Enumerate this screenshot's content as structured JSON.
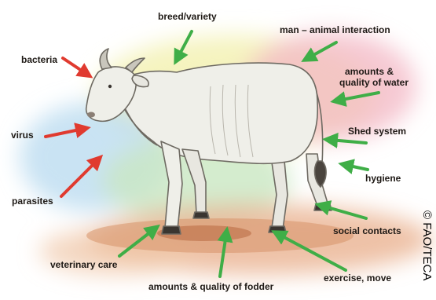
{
  "labels": {
    "breed": "breed/variety",
    "man_animal": "man – animal interaction",
    "bacteria": "bacteria",
    "amounts_water_1": "amounts &",
    "amounts_water_2": "quality of water",
    "virus": "virus",
    "shed": "Shed system",
    "hygiene": "hygiene",
    "parasites": "parasites",
    "social": "social contacts",
    "vet": "veterinary care",
    "exercise": "exercise, move",
    "fodder": "amounts & quality of fodder"
  },
  "credit": "© FAO/TECA",
  "colors": {
    "negative_arrow": "#e03a2f",
    "positive_arrow": "#3fae47",
    "cow_body": "#efefe9",
    "ground": "#d08a5e"
  }
}
